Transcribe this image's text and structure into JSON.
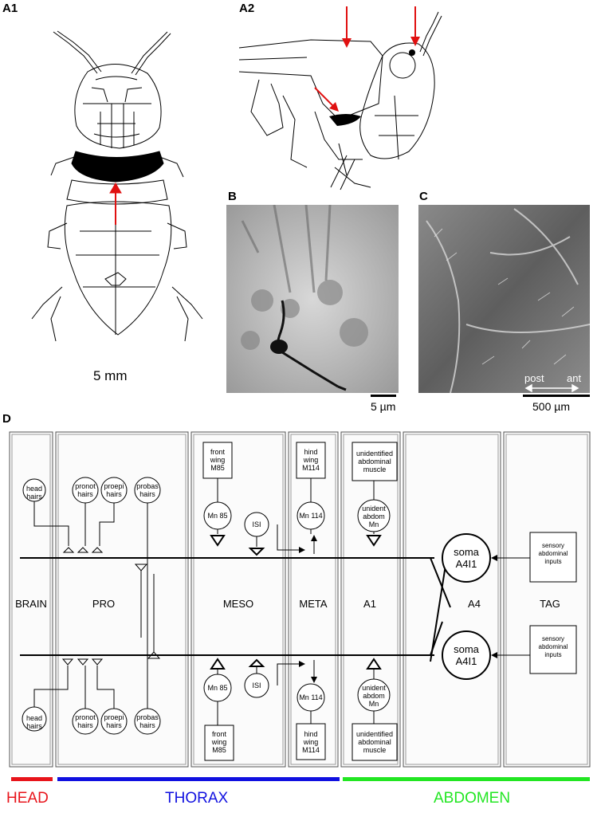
{
  "panels": {
    "a1": "A1",
    "a2": "A2",
    "b": "B",
    "c": "C",
    "d": "D"
  },
  "scale_bars": {
    "a1": "5 mm",
    "b": "5 µm",
    "c": "500 µm",
    "c_post": "post",
    "c_ant": "ant"
  },
  "segments": [
    "BRAIN",
    "PRO",
    "MESO",
    "META",
    "A1",
    "A4",
    "TAG"
  ],
  "top": {
    "head_hairs": [
      "head",
      "hairs"
    ],
    "pronot_hairs": [
      "pronot",
      "hairs"
    ],
    "proepi_hairs": [
      "proepi",
      "hairs"
    ],
    "probas_hairs": [
      "probas",
      "hairs"
    ],
    "mn85": "Mn 85",
    "isi": "ISI",
    "mn114": "Mn 114",
    "unident_mn": [
      "unident",
      "abdom",
      "Mn"
    ],
    "front_wing": [
      "front",
      "wing",
      "M85"
    ],
    "hind_wing": [
      "hind",
      "wing",
      "M114"
    ],
    "unid_muscle": [
      "unidentified",
      "abdominal",
      "muscle"
    ],
    "soma": [
      "soma",
      "A4I1"
    ],
    "sensory": [
      "sensory",
      "abdominal",
      "inputs"
    ]
  },
  "bottom": {
    "head_hairs": [
      "head",
      "hairs"
    ],
    "pronot_hairs": [
      "pronot",
      "hairs"
    ],
    "proepi_hairs": [
      "proepi",
      "hairs"
    ],
    "probas_hairs": [
      "probas",
      "hairs"
    ],
    "mn85": "Mn 85",
    "isi": "ISI",
    "mn114": "Mn 114",
    "unident_mn": [
      "unident",
      "abdom",
      "Mn"
    ],
    "front_wing": [
      "front",
      "wing",
      "M85"
    ],
    "hind_wing": [
      "hind",
      "wing",
      "M114"
    ],
    "unid_muscle": [
      "unidentified",
      "abdominal",
      "muscle"
    ],
    "soma": [
      "soma",
      "A4I1"
    ],
    "sensory": [
      "sensory",
      "abdominal",
      "inputs"
    ]
  },
  "regions": {
    "head": "HEAD",
    "thorax": "THORAX",
    "abdomen": "ABDOMEN"
  },
  "colors": {
    "head": "#e8141b",
    "thorax": "#1010e0",
    "abdomen": "#22e622",
    "arrow": "#e01010",
    "photo_bg_b": "#c9c9c9",
    "photo_bg_c": "#7a7a7a"
  }
}
